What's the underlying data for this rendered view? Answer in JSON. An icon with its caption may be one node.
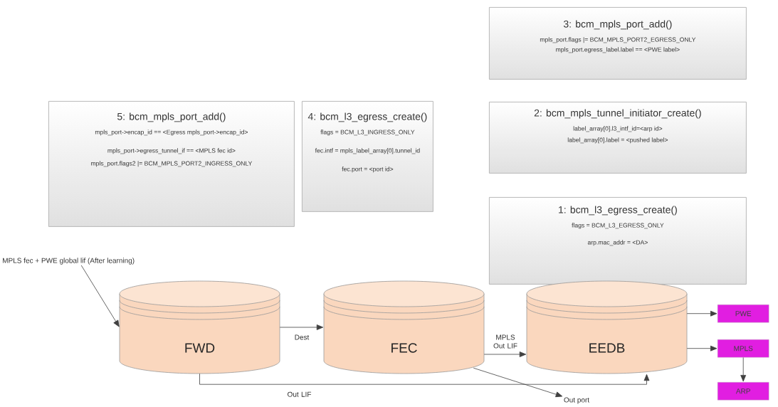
{
  "diagram": {
    "nodes": [
      {
        "text": [
          "5: bcm_mpls_port_add()",
          "mpls_port->encap_id == <Egress mpls_port->encap_id>",
          "mpls_port->egress_tunnel_if == <MPLS fec id>",
          "mpls_port.flags2 |= BCM_MPLS_PORT2_INGRESS_ONLY"
        ]
      },
      {
        "text": [
          "4: bcm_l3_egress_create()",
          "flags = BCM_L3_INGRESS_ONLY",
          "fec.intf = mpls_label_array[0].tunnel_id",
          "fec.port = <port id>"
        ]
      },
      {
        "text": [
          "3: bcm_mpls_port_add()",
          "mpls_port.flags |= BCM_MPLS_PORT2_EGRESS_ONLY",
          "mpls_port.egress_label.label == <PWE label>"
        ]
      },
      {
        "text": [
          "2: bcm_mpls_tunnel_initiator_create()",
          "label_array[0].l3_intf_id=<arp id>",
          "label_array[0].label = <pushed label>"
        ]
      },
      {
        "text": [
          "1: bcm_l3_egress_create()",
          "flags = BCM_L3_EGRESS_ONLY",
          "arp.mac_addr = <DA>"
        ]
      },
      {
        "text": [
          "MPLS fec + PWE global lif (After learning)"
        ]
      },
      {
        "text": [
          "FWD"
        ]
      },
      {
        "text": [
          "FEC"
        ]
      },
      {
        "text": [
          "EEDB"
        ]
      },
      {
        "text": [
          "PWE"
        ]
      },
      {
        "text": [
          "MPLS"
        ]
      },
      {
        "text": [
          "ARP"
        ]
      },
      {
        "text": [
          "Out port"
        ]
      }
    ],
    "edges": [
      {
        "from": 5,
        "to": 6,
        "arrow": "to"
      },
      {
        "from": 6,
        "to": 7,
        "arrow": "to",
        "label": "Dest"
      },
      {
        "from": 7,
        "to": 8,
        "arrow": "to",
        "label": "MPLS Out LIF"
      },
      {
        "from": 6,
        "to": 8,
        "arrow": "to",
        "label": "Out LIF"
      },
      {
        "from": 7,
        "to": 12,
        "arrow": "to"
      },
      {
        "from": 8,
        "to": 9,
        "arrow": "to"
      },
      {
        "from": 8,
        "to": 10,
        "arrow": "to"
      },
      {
        "from": 10,
        "to": 11,
        "arrow": "to"
      }
    ]
  }
}
